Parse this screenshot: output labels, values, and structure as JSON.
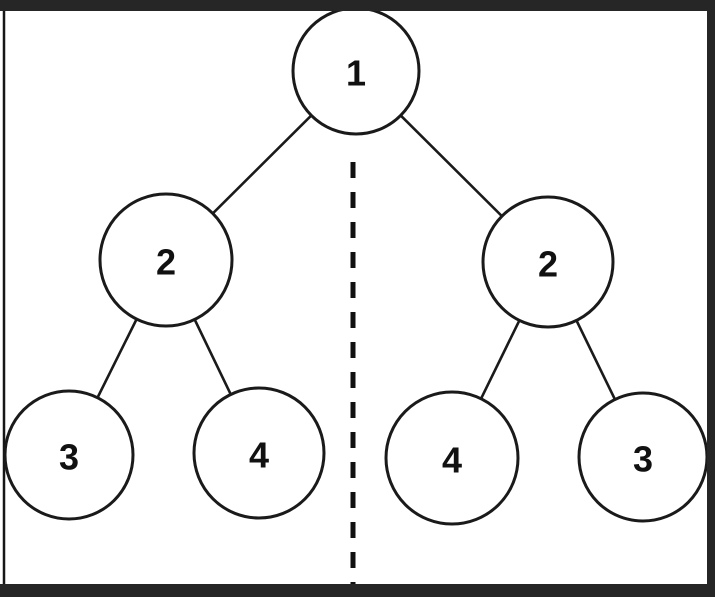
{
  "diagram": {
    "type": "binary-tree",
    "description": "Symmetric binary tree divided by a vertical dashed mirror line",
    "colors": {
      "background": "#262626",
      "canvas": "#ffffff",
      "stroke": "#1a1a1a"
    },
    "nodes": {
      "root": "1",
      "left_child": "2",
      "right_child": "2",
      "left_left_leaf": "3",
      "left_right_leaf": "4",
      "right_left_leaf": "4",
      "right_right_leaf": "3"
    },
    "edges": [
      [
        "1",
        "2-left"
      ],
      [
        "1",
        "2-right"
      ],
      [
        "2-left",
        "3-left"
      ],
      [
        "2-left",
        "4-left"
      ],
      [
        "2-right",
        "4-right"
      ],
      [
        "2-right",
        "3-right"
      ]
    ],
    "mirror_line": {
      "style": "dashed",
      "orientation": "vertical"
    }
  }
}
